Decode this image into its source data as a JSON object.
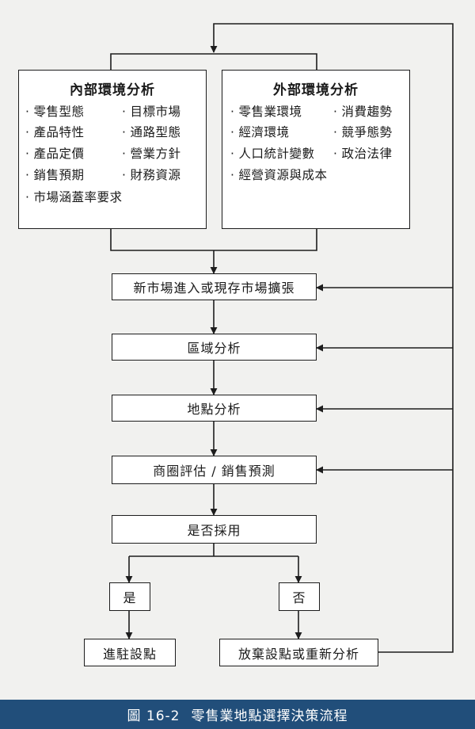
{
  "internal": {
    "title": "內部環境分析",
    "bullet": "·",
    "items": [
      "零售型態",
      "目標市場",
      "產品特性",
      "通路型態",
      "產品定價",
      "營業方針",
      "銷售預期",
      "財務資源",
      "市場涵蓋率要求"
    ]
  },
  "external": {
    "title": "外部環境分析",
    "bullet": "·",
    "items": [
      "零售業環境",
      "消費趨勢",
      "經濟環境",
      "競爭態勢",
      "人口統計變數",
      "政治法律",
      "經營資源與成本"
    ]
  },
  "steps": {
    "market": "新市場進入或現存市場擴張",
    "region": "區域分析",
    "site": "地點分析",
    "trade_area": "商圈評估 / 銷售預測",
    "adopt": "是否採用"
  },
  "decision": {
    "yes": "是",
    "no": "否"
  },
  "outcomes": {
    "enter": "進駐設點",
    "abandon": "放棄設點或重新分析"
  },
  "caption": {
    "number": "圖 16-2",
    "title": "零售業地點選擇決策流程"
  },
  "colors": {
    "line": "#1d1d1d",
    "caption_bg": "#214e7a",
    "background": "#f1f1ef"
  }
}
